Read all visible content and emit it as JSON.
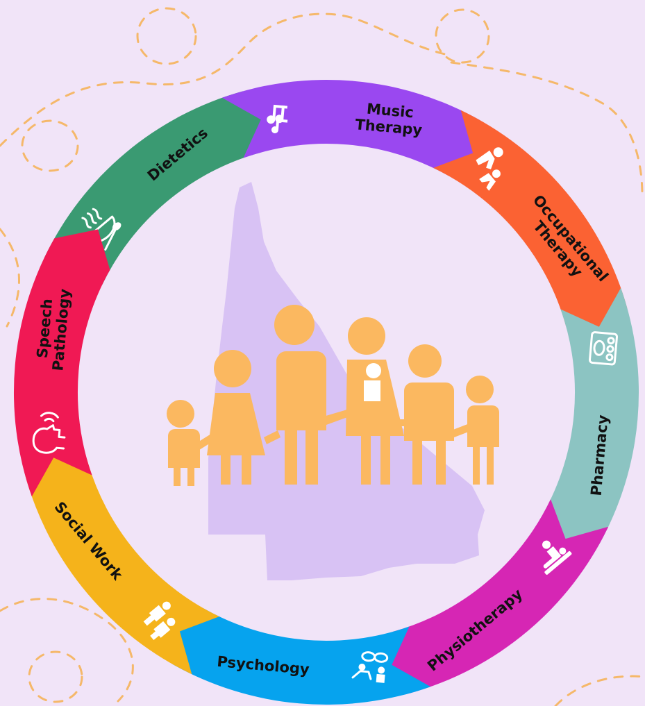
{
  "colors": {
    "background": "#f1e4f8",
    "map": "#d8c2f4",
    "family": "#fbb860",
    "dashed_path": "#f5b86a"
  },
  "segments": [
    {
      "lines": [
        "Dietetics"
      ],
      "color": "#3a9a72",
      "icon": "bowl-spoon-icon"
    },
    {
      "lines": [
        "Music",
        "Therapy"
      ],
      "color": "#9a48f0",
      "icon": "music-notes-icon"
    },
    {
      "lines": [
        "Occupational",
        "Therapy"
      ],
      "color": "#fb6233",
      "icon": "occupational-therapy-icon"
    },
    {
      "lines": [
        "Pharmacy"
      ],
      "color": "#8cc4c2",
      "icon": "medicine-pills-icon"
    },
    {
      "lines": [
        "Physiotherapy"
      ],
      "color": "#d626b4",
      "icon": "massage-table-icon"
    },
    {
      "lines": [
        "Psychology"
      ],
      "color": "#06a3ee",
      "icon": "counselling-icon"
    },
    {
      "lines": [
        "Social Work"
      ],
      "color": "#f5b31b",
      "icon": "social-workers-icon"
    },
    {
      "lines": [
        "Speech",
        "Pathology"
      ],
      "color": "#f01954",
      "icon": "speaking-head-icon"
    }
  ],
  "center": {
    "map_icon": "queensland-map-icon",
    "family_icon": "family-group-icon"
  }
}
